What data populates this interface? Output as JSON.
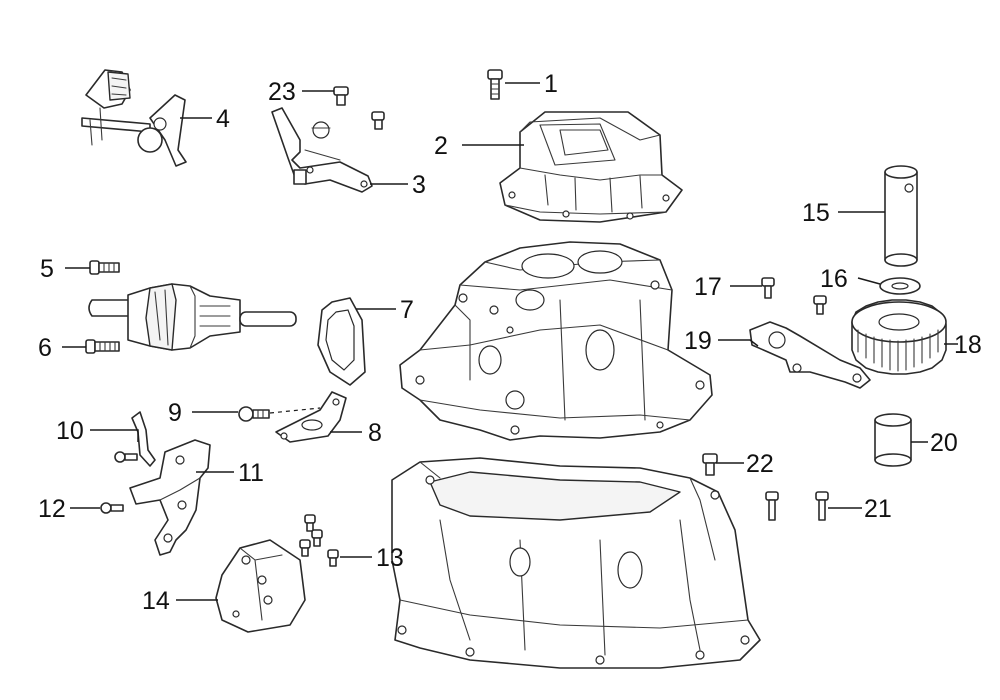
{
  "labels": {
    "n1": "1",
    "n2": "2",
    "n3": "3",
    "n4": "4",
    "n5": "5",
    "n6": "6",
    "n7": "7",
    "n8": "8",
    "n9": "9",
    "n10": "10",
    "n11": "11",
    "n12": "12",
    "n13": "13",
    "n14": "14",
    "n15": "15",
    "n16": "16",
    "n17": "17",
    "n18": "18",
    "n19": "19",
    "n20": "20",
    "n21": "21",
    "n22": "22",
    "n23": "23"
  },
  "colors": {
    "line": "#2a2a2a",
    "background": "#ffffff"
  }
}
